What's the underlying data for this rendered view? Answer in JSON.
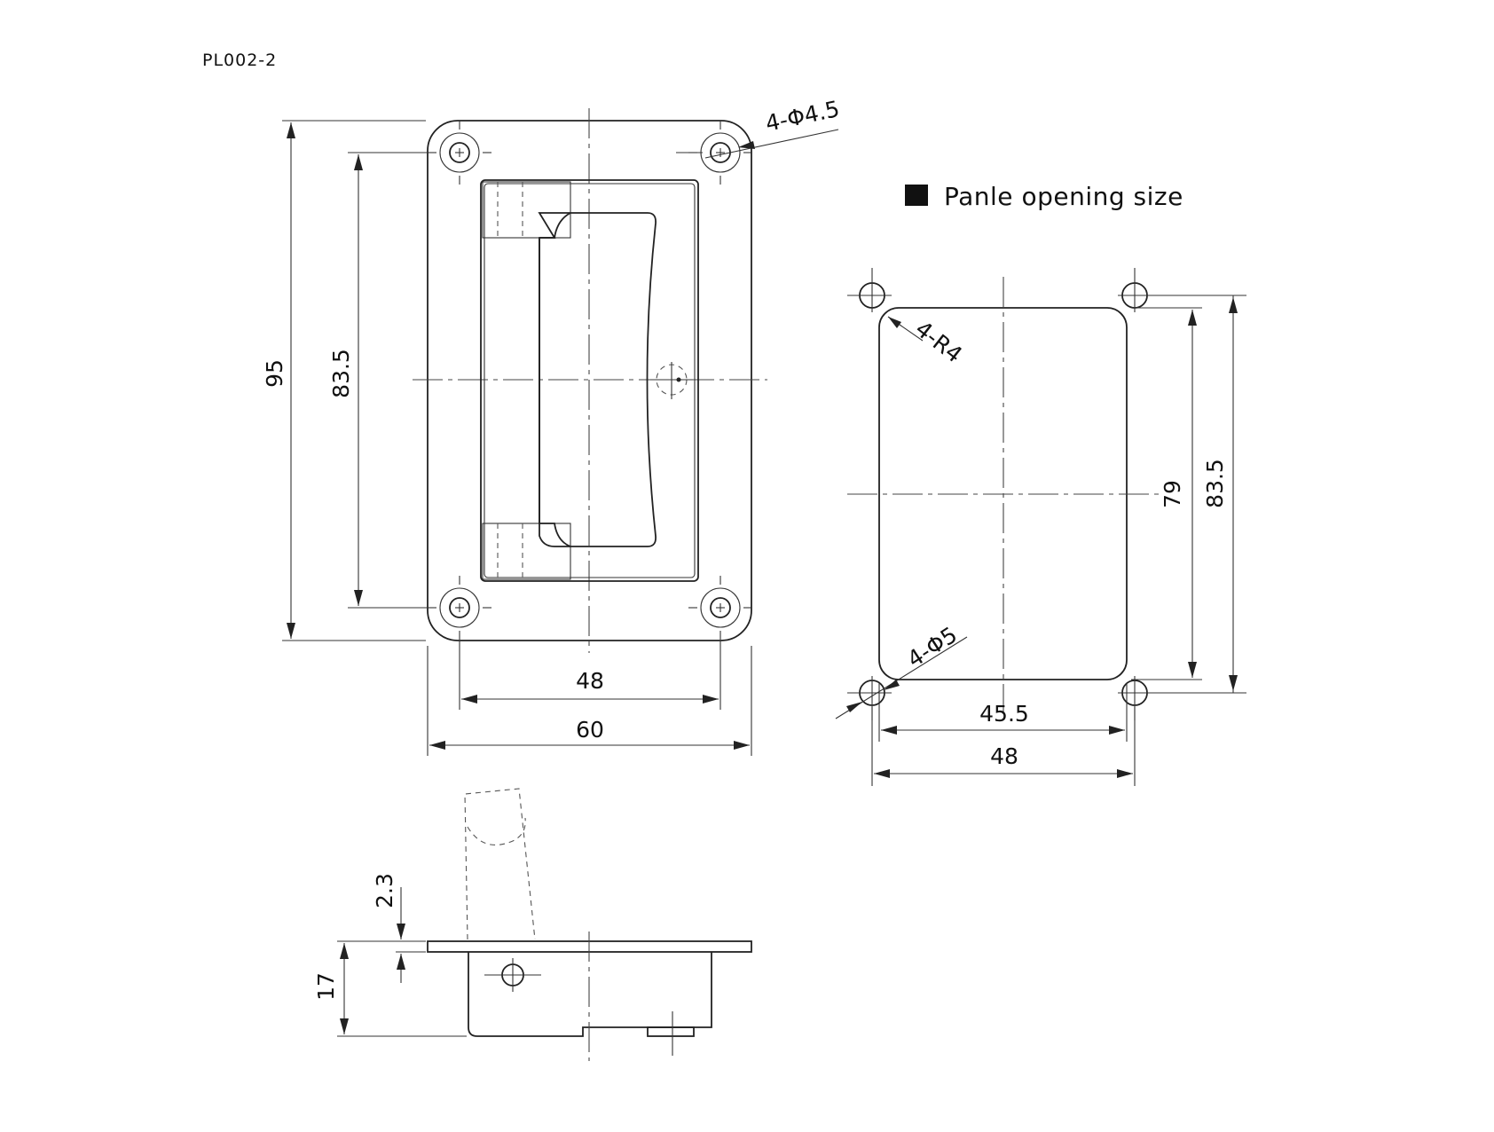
{
  "part_number": "PL002-2",
  "legend": {
    "marker": "filled-square",
    "title": "Panle opening size"
  },
  "colors": {
    "line": "#222222",
    "background": "#ffffff"
  },
  "front_view": {
    "height_overall": "95",
    "height_holes": "83.5",
    "width_holes": "48",
    "width_overall": "60",
    "hole_callout": "4-Φ4.5"
  },
  "panel_opening": {
    "corner_radius": "4-R4",
    "hole_callout": "4-Φ5",
    "height_opening": "79",
    "height_holes": "83.5",
    "width_opening": "45.5",
    "width_holes": "48"
  },
  "side_view": {
    "flange_thickness": "2.3",
    "depth": "17"
  }
}
